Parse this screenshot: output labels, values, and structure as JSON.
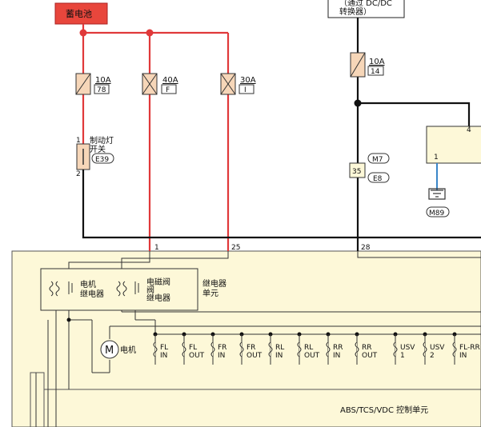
{
  "battery": {
    "label": "蓄电池",
    "color": "#e8463c"
  },
  "dcdc_box": {
    "line1": "（通过 DC/DC",
    "line2": "转换器）"
  },
  "fuses": [
    {
      "amp": "10A",
      "number": "78"
    },
    {
      "amp": "40A",
      "number": "F"
    },
    {
      "amp": "30A",
      "number": "I"
    },
    {
      "amp": "10A",
      "number": "14"
    }
  ],
  "brake_switch": {
    "line1": "制动灯",
    "line2": "开关",
    "connector": "E39",
    "pin_top": "1",
    "pin_bottom": "2"
  },
  "connector_35": {
    "pin": "35",
    "tag_top": "M7",
    "tag_bottom": "E8"
  },
  "right_module": {
    "pin_top": "4",
    "pin_left": "1"
  },
  "ground": {
    "connector": "M89"
  },
  "unit_pins": {
    "p1": "1",
    "p25": "25",
    "p28": "28"
  },
  "relays": {
    "motor_line1": "电机",
    "motor_line2": "继电器",
    "valve_line1": "电磁阀",
    "valve_line2": "阀",
    "valve_line3": "继电器",
    "unit_line1": "继电器",
    "unit_line2": "单元"
  },
  "motor": {
    "symbol": "M",
    "label": "电机"
  },
  "solenoids": [
    {
      "line1": "FL",
      "line2": "IN"
    },
    {
      "line1": "FL",
      "line2": "OUT"
    },
    {
      "line1": "FR",
      "line2": "IN"
    },
    {
      "line1": "FR",
      "line2": "OUT"
    },
    {
      "line1": "RL",
      "line2": "IN"
    },
    {
      "line1": "RL",
      "line2": "OUT"
    },
    {
      "line1": "RR",
      "line2": "IN"
    },
    {
      "line1": "RR",
      "line2": "OUT"
    },
    {
      "line1": "USV",
      "line2": "1"
    },
    {
      "line1": "USV",
      "line2": "2"
    },
    {
      "line1": "FL-RR",
      "line2": "IN"
    }
  ],
  "control_unit": {
    "label": "ABS/TCS/VDC 控制单元"
  },
  "colors": {
    "wire_red": "#e0393a",
    "wire_black": "#111111",
    "panel_fill": "#fdf8d8",
    "fuse_fill": "#f6d6b8",
    "ground_wire": "#3a86c8"
  }
}
